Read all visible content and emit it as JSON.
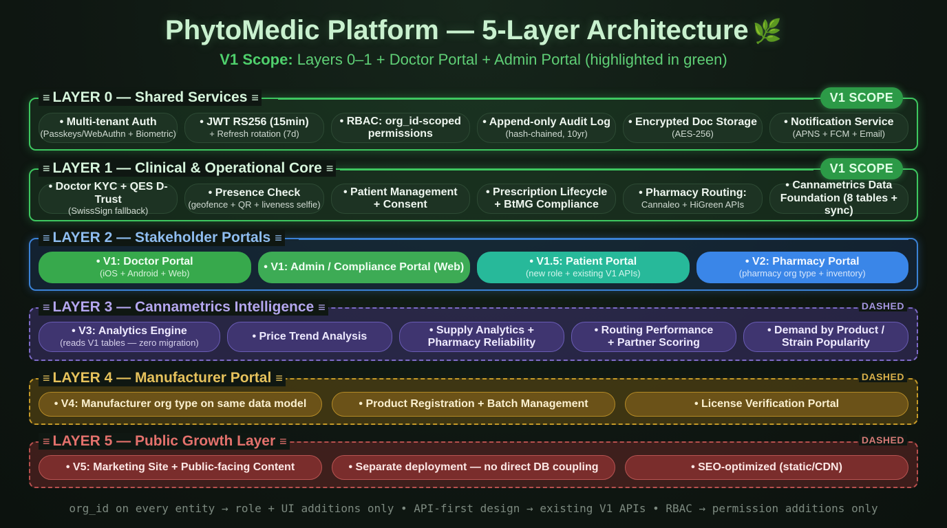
{
  "title": "PhytoMedic Platform — 5-Layer Architecture",
  "title_icon": "leaf-icon",
  "subtitle_prefix": "V1 Scope:",
  "subtitle_rest": "Layers 0–1 + Doctor Portal + Admin Portal (highlighted in green)",
  "layers": [
    {
      "label": "LAYER 0 — Shared Services",
      "badge": "V1 SCOPE",
      "items": [
        {
          "title": "• Multi-tenant Auth",
          "sub": "(Passkeys/WebAuthn + Biometric)"
        },
        {
          "title": "• JWT RS256 (15min)",
          "sub": "+ Refresh rotation (7d)"
        },
        {
          "title": "• RBAC: org_id-scoped",
          "sub": "permissions"
        },
        {
          "title": "• Append-only Audit Log",
          "sub": "(hash-chained, 10yr)"
        },
        {
          "title": "• Encrypted Doc Storage",
          "sub": "(AES-256)"
        },
        {
          "title": "• Notification Service",
          "sub": "(APNS + FCM + Email)"
        }
      ]
    },
    {
      "label": "LAYER 1 — Clinical & Operational Core",
      "badge": "V1 SCOPE",
      "items": [
        {
          "title": "• Doctor KYC + QES D-Trust",
          "sub": "(SwissSign fallback)"
        },
        {
          "title": "• Presence Check",
          "sub": "(geofence + QR + liveness selfie)"
        },
        {
          "title": "• Patient Management",
          "sub": "+ Consent"
        },
        {
          "title": "• Prescription Lifecycle",
          "sub": "+ BtMG Compliance"
        },
        {
          "title": "• Pharmacy Routing:",
          "sub": "Cannaleo + HiGreen APIs"
        },
        {
          "title": "• Cannametrics Data",
          "sub": "Foundation (8 tables + sync)"
        }
      ]
    },
    {
      "label": "LAYER 2 — Stakeholder Portals",
      "items": [
        {
          "title": "• V1: Doctor Portal",
          "sub": "(iOS + Android + Web)"
        },
        {
          "title": "• V1: Admin / Compliance Portal (Web)",
          "sub": ""
        },
        {
          "title": "• V1.5: Patient Portal",
          "sub": "(new role + existing V1 APIs)"
        },
        {
          "title": "• V2: Pharmacy Portal",
          "sub": "(pharmacy org type + inventory)"
        }
      ]
    },
    {
      "label": "LAYER 3 — Cannametrics Intelligence",
      "tag": "DASHED",
      "items": [
        {
          "title": "• V3: Analytics Engine",
          "sub": "(reads V1 tables — zero migration)"
        },
        {
          "title": "• Price Trend Analysis",
          "sub": ""
        },
        {
          "title": "• Supply Analytics +",
          "sub": "Pharmacy Reliability"
        },
        {
          "title": "• Routing Performance",
          "sub": "+ Partner Scoring"
        },
        {
          "title": "• Demand by Product /",
          "sub": "Strain Popularity"
        }
      ]
    },
    {
      "label": "LAYER 4 — Manufacturer Portal",
      "tag": "DASHED",
      "items": [
        {
          "title": "• V4: Manufacturer org type on same data model"
        },
        {
          "title": "• Product Registration + Batch Management"
        },
        {
          "title": "• License Verification Portal"
        }
      ]
    },
    {
      "label": "LAYER 5 — Public Growth Layer",
      "tag": "DASHED",
      "items": [
        {
          "title": "• V5: Marketing Site + Public-facing Content"
        },
        {
          "title": "• Separate deployment — no direct DB coupling"
        },
        {
          "title": "• SEO-optimized (static/CDN)"
        }
      ]
    }
  ],
  "footer": "org_id on every entity → role + UI additions only • API-first design → existing V1 APIs • RBAC → permission additions only",
  "colors": {
    "v1_green": "#3ec760",
    "portal_blue": "#3b82d6",
    "intelligence_purple": "#7e6bc8",
    "manufacturer_amber": "#c69a28",
    "growth_red": "#b8504e"
  }
}
